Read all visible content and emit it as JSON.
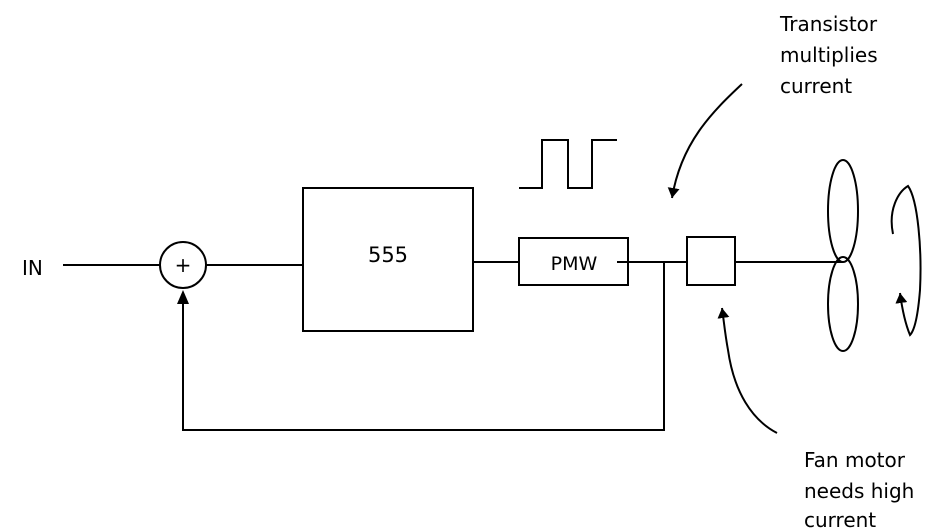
{
  "labels": {
    "input": "IN",
    "summer_sign": "+",
    "timer_block": "555",
    "pwm_block": "PMW",
    "transistor_note": [
      "Transistor",
      "multiplies",
      "current"
    ],
    "motor_note": [
      "Fan motor",
      "needs high",
      "current"
    ]
  },
  "colors": {
    "stroke": "#000000",
    "background": "#ffffff"
  }
}
